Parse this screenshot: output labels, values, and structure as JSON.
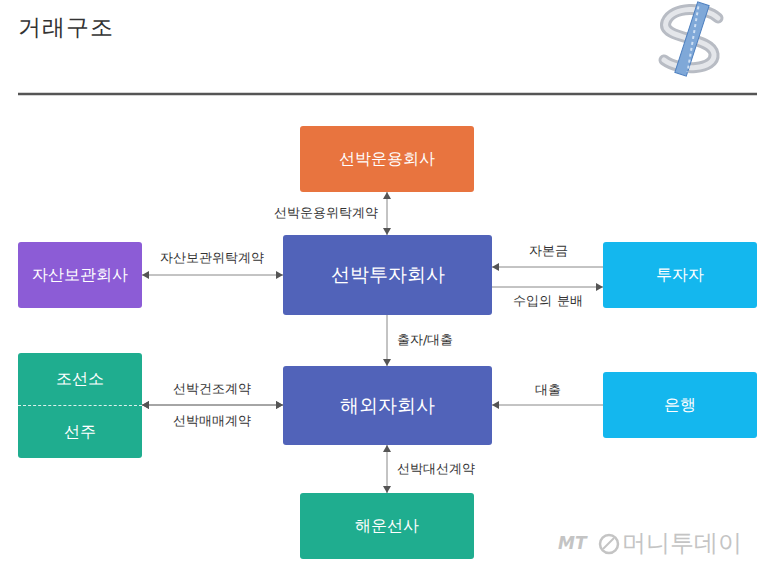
{
  "diagram": {
    "title": "거래구조",
    "nodes": [
      {
        "text": [
          "선박운용회사"
        ]
      },
      {
        "text": [
          "자산보관회사"
        ]
      },
      {
        "text": [
          "선박투자회사"
        ]
      },
      {
        "text": [
          "투자자"
        ]
      },
      {
        "text": [
          "조선소",
          "선주"
        ]
      },
      {
        "text": [
          "해외자회사"
        ]
      },
      {
        "text": [
          "은행"
        ]
      },
      {
        "text": [
          "해운선사"
        ]
      }
    ],
    "edges": [
      {
        "from": 0,
        "to": 2,
        "label": "선박운용위탁계약",
        "arrow": "both"
      },
      {
        "from": 1,
        "to": 2,
        "label": "자산보관위탁계약",
        "arrow": "both"
      },
      {
        "from": 3,
        "to": 2,
        "label": "자본금",
        "arrow": "to"
      },
      {
        "from": 2,
        "to": 3,
        "label": "수입의 분배",
        "arrow": "to"
      },
      {
        "from": 2,
        "to": 5,
        "label": "출자/대출",
        "arrow": "to"
      },
      {
        "from": 4,
        "to": 5,
        "label": "선박건조계약",
        "arrow": "both"
      },
      {
        "from": 4,
        "to": 5,
        "label": "선박매매계약",
        "arrow": "both"
      },
      {
        "from": 6,
        "to": 5,
        "label": "대출",
        "arrow": "to"
      },
      {
        "from": 5,
        "to": 7,
        "label": "선박대선계약",
        "arrow": "both"
      }
    ],
    "labels": [
      "MT",
      "머니투데이"
    ]
  }
}
